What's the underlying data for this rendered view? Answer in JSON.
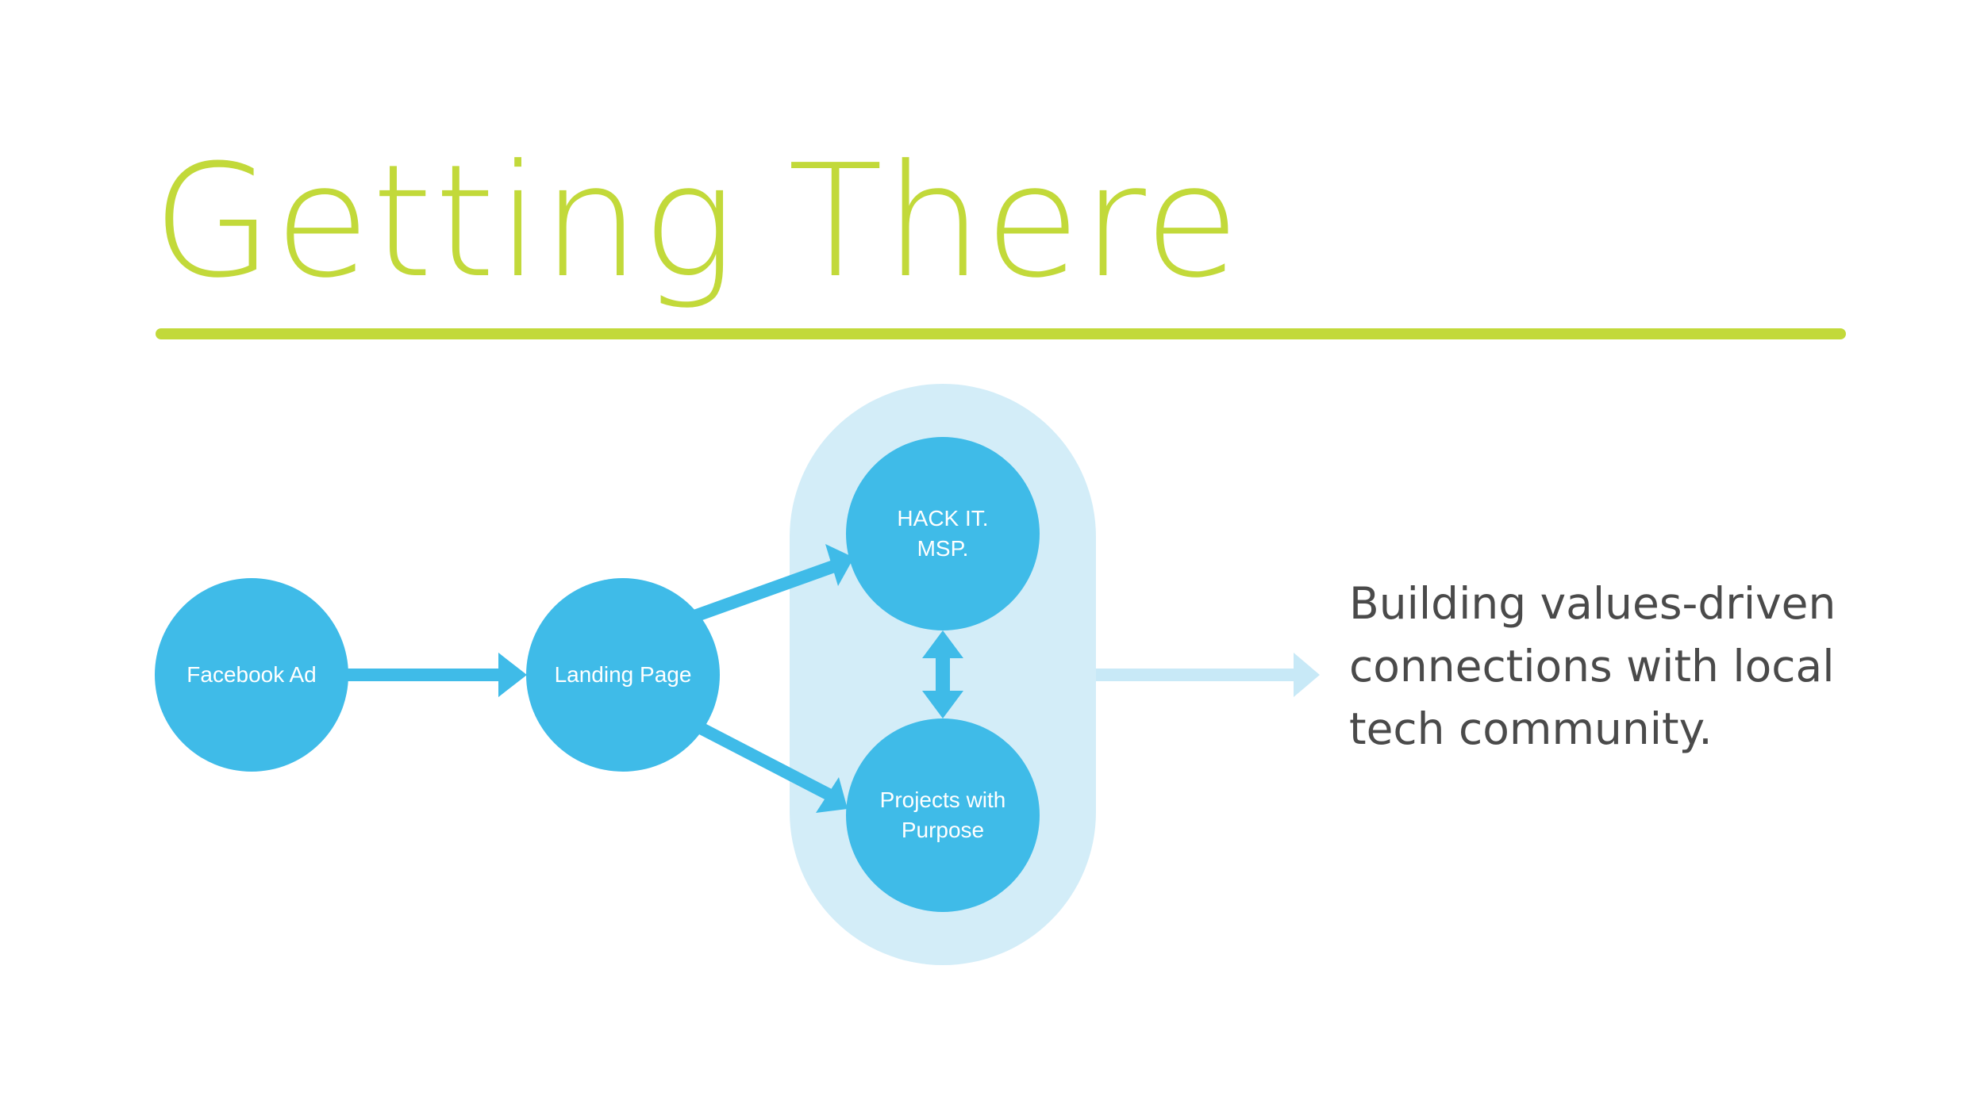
{
  "slide": {
    "title": "Getting There"
  },
  "diagram": {
    "nodes": {
      "facebook_ad": "Facebook Ad",
      "landing_page": "Landing Page",
      "hack_it_msp": "HACK IT. MSP.",
      "projects_line1": "Projects with",
      "projects_line2": "Purpose"
    },
    "outcome": {
      "line1": "Building values-driven",
      "line2": "connections with local",
      "line3": "tech community."
    }
  },
  "colors": {
    "title_accent": "#c2d93a",
    "node_fill": "#3fbbe8",
    "group_fill": "#d3edf8",
    "outcome_arrow": "#c8e9f7",
    "outcome_text": "#4a4a4a"
  },
  "icons": [
    "arrow-right-icon",
    "double-arrow-icon"
  ]
}
